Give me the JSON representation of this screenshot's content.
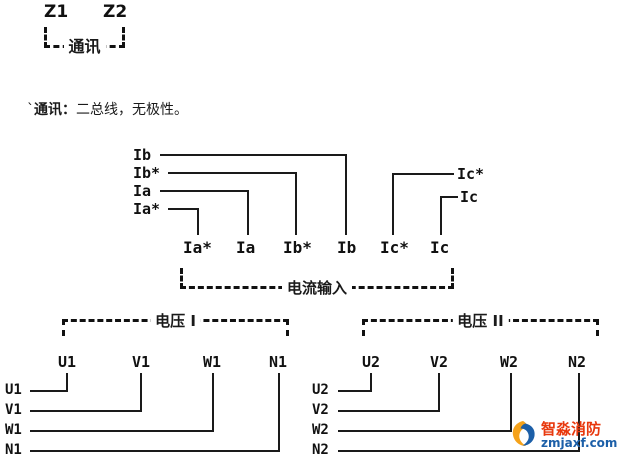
{
  "comm": {
    "z1": "Z1",
    "z2": "Z2",
    "bracket_label": "通讯"
  },
  "note": {
    "prefix": "`",
    "bold": "通讯：",
    "rest": "二总线，无极性。"
  },
  "current_input": {
    "bracket_label": "电流输入",
    "left_leads": [
      "Ib",
      "Ib*",
      "Ia",
      "Ia*"
    ],
    "right_leads": [
      "Ic*",
      "Ic"
    ],
    "terminals": [
      "Ia*",
      "Ia",
      "Ib*",
      "Ib",
      "Ic*",
      "Ic"
    ]
  },
  "voltage_1": {
    "bracket_label": "电压 I",
    "terminals": [
      "U1",
      "V1",
      "W1",
      "N1"
    ],
    "leads": [
      "U1",
      "V1",
      "W1",
      "N1"
    ]
  },
  "voltage_2": {
    "bracket_label": "电压 II",
    "terminals": [
      "U2",
      "V2",
      "W2",
      "N2"
    ],
    "leads": [
      "U2",
      "V2",
      "W2",
      "N2"
    ]
  },
  "watermark": {
    "brand_name": "智淼消防",
    "website": "zmjaxf.com",
    "colors": {
      "brand_red": "#e8380d",
      "brand_blue": "#1c5fa8",
      "brand_orange": "#f5a21a"
    }
  }
}
